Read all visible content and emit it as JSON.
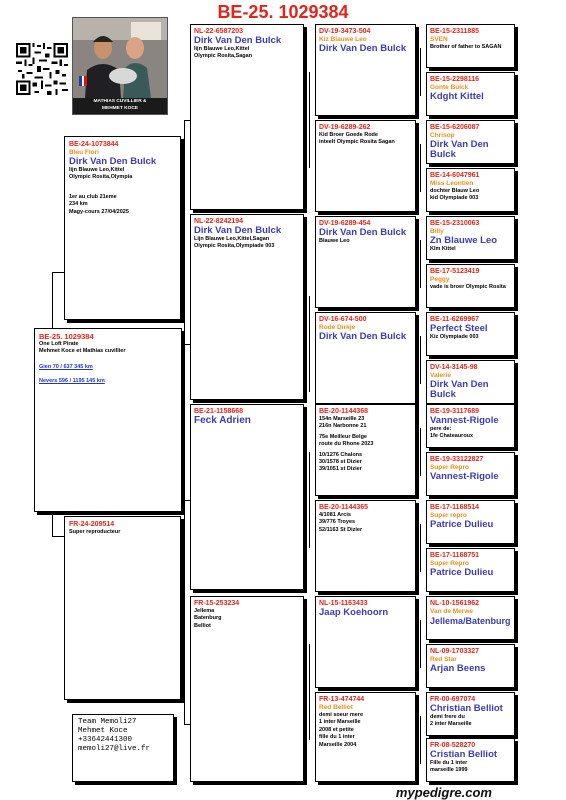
{
  "title": "BE-25. 1029384",
  "photo_caption_line1": "MATHIAS CUVILLIER &",
  "photo_caption_line2": "MEHMET KOCE",
  "subject": {
    "ring": "BE-25. 1029384",
    "lines": [
      "One Loft Pirate",
      "Mehmet Koce et Mathias cuvillier"
    ],
    "result1": "Gien  70 / 637 345 km",
    "result2": "Nevers  596  / 1195  145 km"
  },
  "sire": {
    "ring": "BE-24-1073844",
    "name": "Bleu Flori",
    "owner": "Dirk Van Den Bulck",
    "lines": [
      "lijn Blauwe Leo,Kittel",
      "Olympic Rosita,Olympia",
      "",
      "1er au club 21eme",
      "234 km",
      "Magy-cours 27/04/2025"
    ]
  },
  "dam": {
    "ring": "FR-24-209514",
    "lines": [
      "Super reproducteur"
    ]
  },
  "g2": [
    {
      "ring": "NL-22-6587203",
      "owner": "Dirk Van Den Bulck",
      "lines": [
        "lijn Blauwe Leo,Kittel",
        "Olympic Rosita,Sagan"
      ]
    },
    {
      "ring": "NL-22-8242194",
      "owner": "Dirk Van Den Bulck",
      "lines": [
        "Lijn Blauwe Leo,Kittel,Sagan",
        "Olympic Rosita,Olympiade 003"
      ]
    },
    {
      "ring": "BE-21-1158668",
      "owner": "Feck Adrien",
      "lines": []
    },
    {
      "ring": "FR-15-253234",
      "owner": "",
      "lines": [
        "Jellema",
        "Batenburg",
        "Belliot"
      ]
    }
  ],
  "g3": [
    {
      "ring": "DV-19-3473-504",
      "name": "Kiz Blauwe Leo",
      "owner": "Dirk Van Den Bulck",
      "lines": []
    },
    {
      "ring": "DV-19-6289-262",
      "name": "",
      "owner": "",
      "lines": [
        "Kid Broer Goede Rode",
        "inteelt Olympic Rosita Sagan"
      ]
    },
    {
      "ring": "DV-19-6289-454",
      "name": "",
      "owner": "Dirk Van Den Bulck",
      "lines": [
        "Blauwe Leo"
      ]
    },
    {
      "ring": "DV-16-674-500",
      "name": "Rode Dirkje",
      "owner": "Dirk Van Den Bulck",
      "lines": []
    },
    {
      "ring": "BE-20-1144368",
      "name": "",
      "owner": "",
      "lines": [
        "154n Marseille 23",
        "216n Narbonne 21",
        "",
        "75e Meilleur Belge",
        "route du Rhone 2023",
        "",
        "10/1276 Chalons",
        "30/1578 st Dizier",
        "39/1051 st Dizier"
      ]
    },
    {
      "ring": "BE-20-1144365",
      "name": "",
      "owner": "",
      "lines": [
        "4/1081 Arcis",
        "39/776 Troyes",
        "52/1163 St Dizier"
      ]
    },
    {
      "ring": "NL-15-1163433",
      "name": "",
      "owner": "Jaap Koehoorn",
      "lines": []
    },
    {
      "ring": "FR-13-474744",
      "name": "Red Belliot",
      "owner": "",
      "lines": [
        "demi soeur mere",
        "1 inter Marseille",
        "2008 et petite",
        "fille du 1 inter",
        "Marseille 2004"
      ]
    }
  ],
  "g4": [
    {
      "ring": "BE-15-2311885",
      "name": "SVEN",
      "owner": "",
      "lines": [
        "Brother of father to SAGAN"
      ]
    },
    {
      "ring": "BE-15-2298116",
      "name": "Gonte Bulck",
      "owner": "Kdght Kittel",
      "lines": []
    },
    {
      "ring": "BE-15-6206087",
      "name": "Chrisop",
      "owner": "Dirk Van Den Bulck",
      "lines": []
    },
    {
      "ring": "BE-14-6047961",
      "name": "Miss Leontien",
      "owner": "",
      "lines": [
        "dochter Blauw Leo",
        "kid Olympiade 003"
      ]
    },
    {
      "ring": "BE-15-2310063",
      "name": "Billy",
      "owner": "Zn Blauwe Leo",
      "lines": [
        "Klm Kittel"
      ]
    },
    {
      "ring": "BE-17-5123419",
      "name": "Peggy",
      "owner": "",
      "lines": [
        "vade is broer Olympic Rosita"
      ]
    },
    {
      "ring": "BE-11-6269967",
      "name": "",
      "owner": "Perfect Steel",
      "lines": [
        "Kiz Olympiade 003"
      ]
    },
    {
      "ring": "DV-14-3145-98",
      "name": "Valerie",
      "owner": "Dirk Van Den Bulck",
      "lines": []
    },
    {
      "ring": "BE-19-3117689",
      "name": "",
      "owner": "Vannest-Rigole",
      "lines": [
        "pere de:",
        "1fe Chateauroux"
      ]
    },
    {
      "ring": "BE-19-33122827",
      "name": "Super Repro",
      "owner": "Vannest-Rigole",
      "lines": []
    },
    {
      "ring": "BE-17-1168514",
      "name": "Super repro",
      "owner": "Patrice Dulieu",
      "lines": []
    },
    {
      "ring": "BE-17-1168751",
      "name": "Super Repro",
      "owner": "Patrice Dulieu",
      "lines": []
    },
    {
      "ring": "NL-10-1561962",
      "name": "Van de Merwe",
      "owner": "Jellema/Batenburg",
      "lines": []
    },
    {
      "ring": "NL-09-1703327",
      "name": "Red Star",
      "owner": "Arjan Beens",
      "lines": []
    },
    {
      "ring": "FR-00-697074",
      "name": "",
      "owner": "Christian Belliot",
      "lines": [
        "demi frere du",
        "2 inter Marseille"
      ]
    },
    {
      "ring": "FR-08-528270",
      "name": "",
      "owner": "Cristian Belliot",
      "lines": [
        "Fille du 1 inter",
        "marseille 1999"
      ]
    }
  ],
  "team": [
    "Team Memoli27",
    "Mehmet Koce",
    "+33642441300",
    "memoli27@live.fr"
  ],
  "footer": "mypedigre.com"
}
